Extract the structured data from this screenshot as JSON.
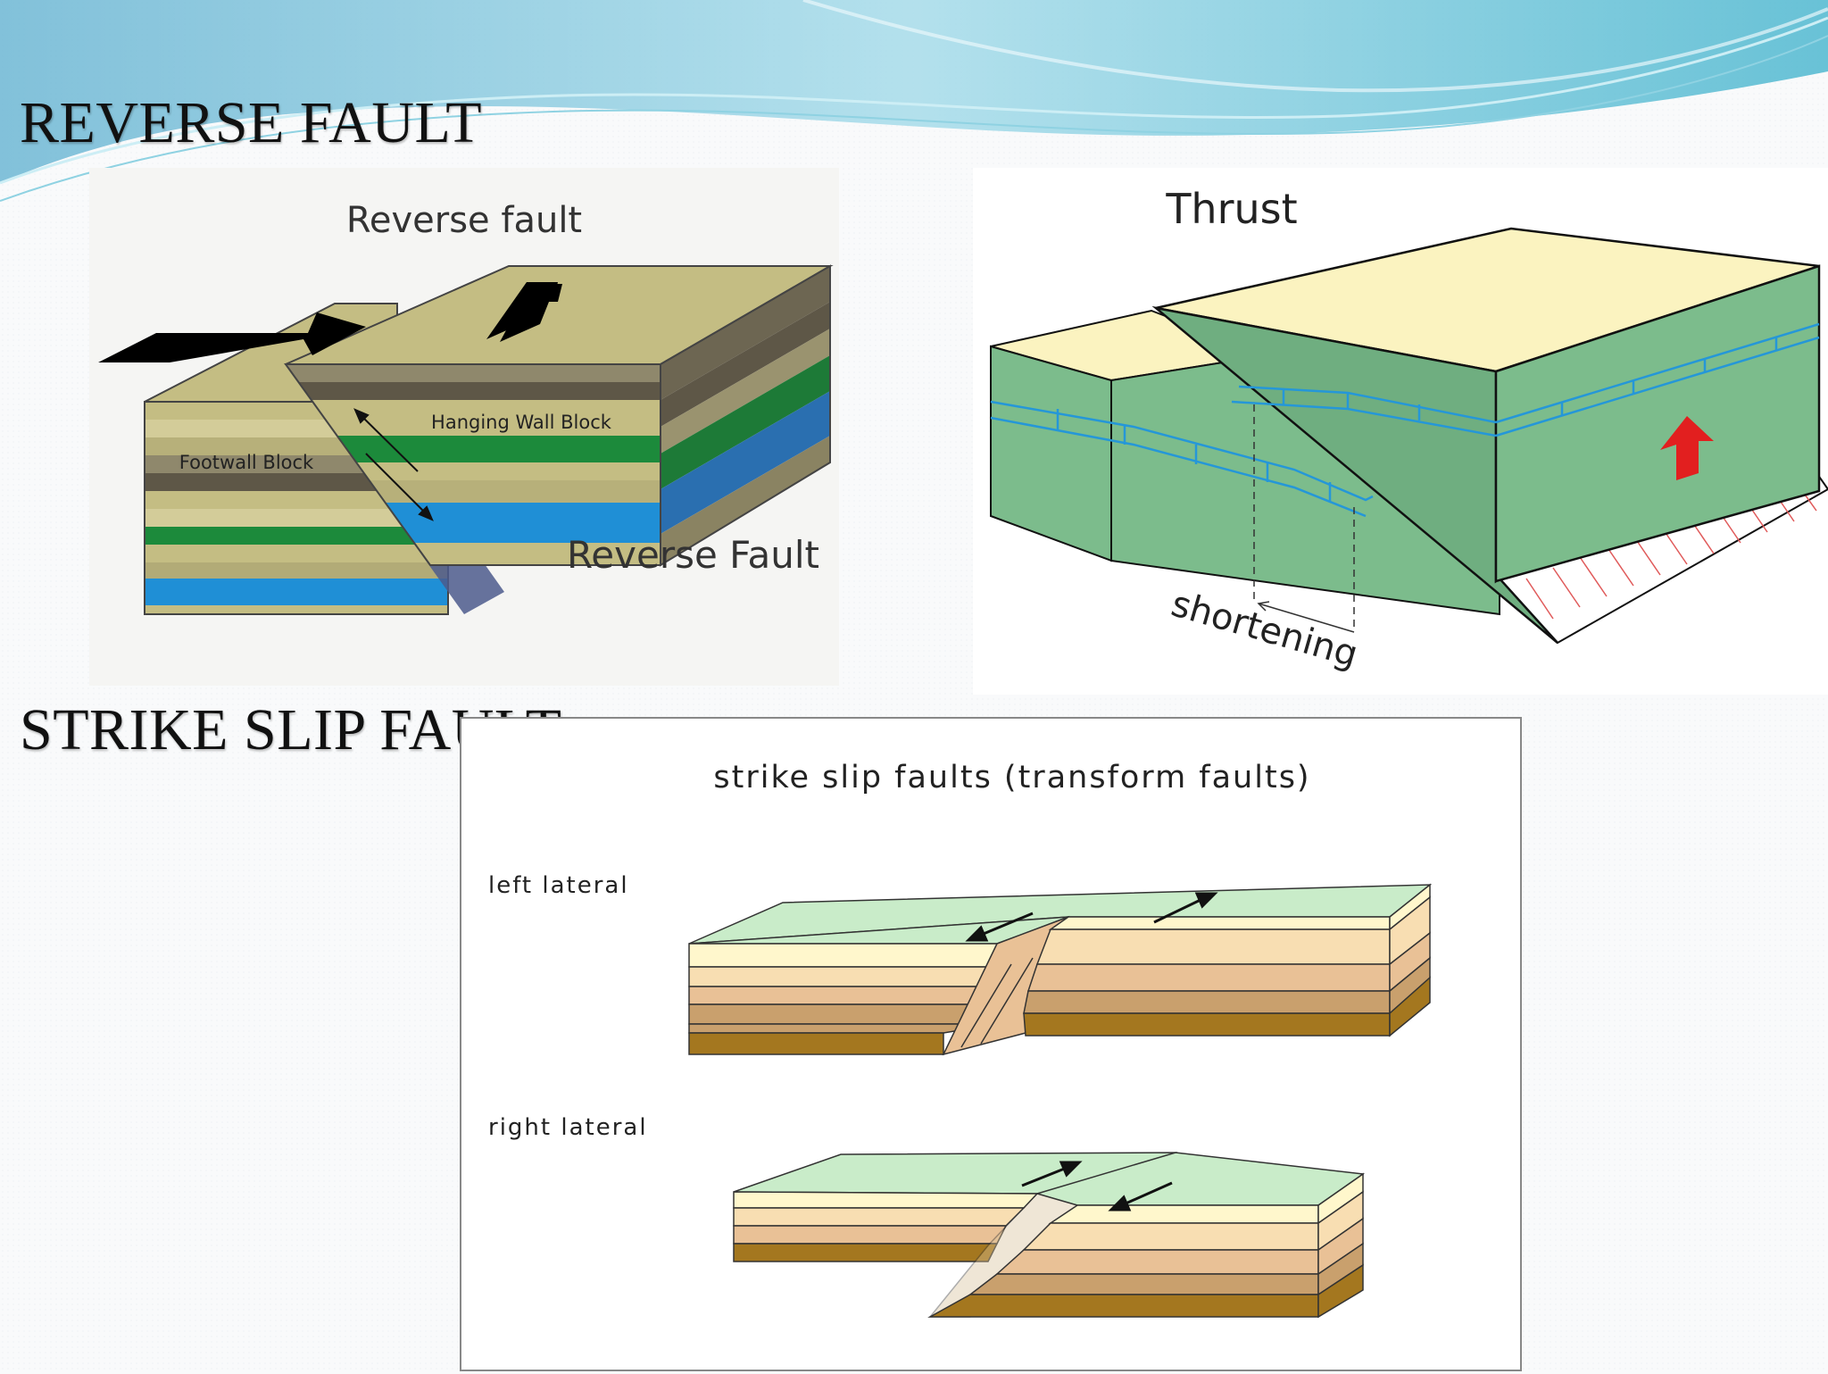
{
  "slide": {
    "heading_reverse": "REVERSE FAULT",
    "heading_strike": "STRIKE SLIP FAULT"
  },
  "reverse_diagram": {
    "title": "Reverse fault",
    "hanging_wall_label": "Hanging Wall Block",
    "footwall_label": "Footwall Block",
    "fault_label": "Reverse Fault"
  },
  "thrust_diagram": {
    "title": "Thrust",
    "shortening_label": "shortening"
  },
  "strike_slip_diagram": {
    "title": "strike slip faults (transform faults)",
    "left_lateral_label": "left lateral",
    "right_lateral_label": "right lateral"
  },
  "colors": {
    "reverse_top": "#c4bd83",
    "reverse_dark": "#5e5747",
    "reverse_green": "#1c8a3b",
    "reverse_blue": "#1f8fd6",
    "thrust_green": "#7cbc8c",
    "thrust_cream": "#fbf3c0",
    "thrust_line": "#2597d8",
    "arrow_red": "#e21f1f",
    "strike_top": "#c9ecc9"
  }
}
